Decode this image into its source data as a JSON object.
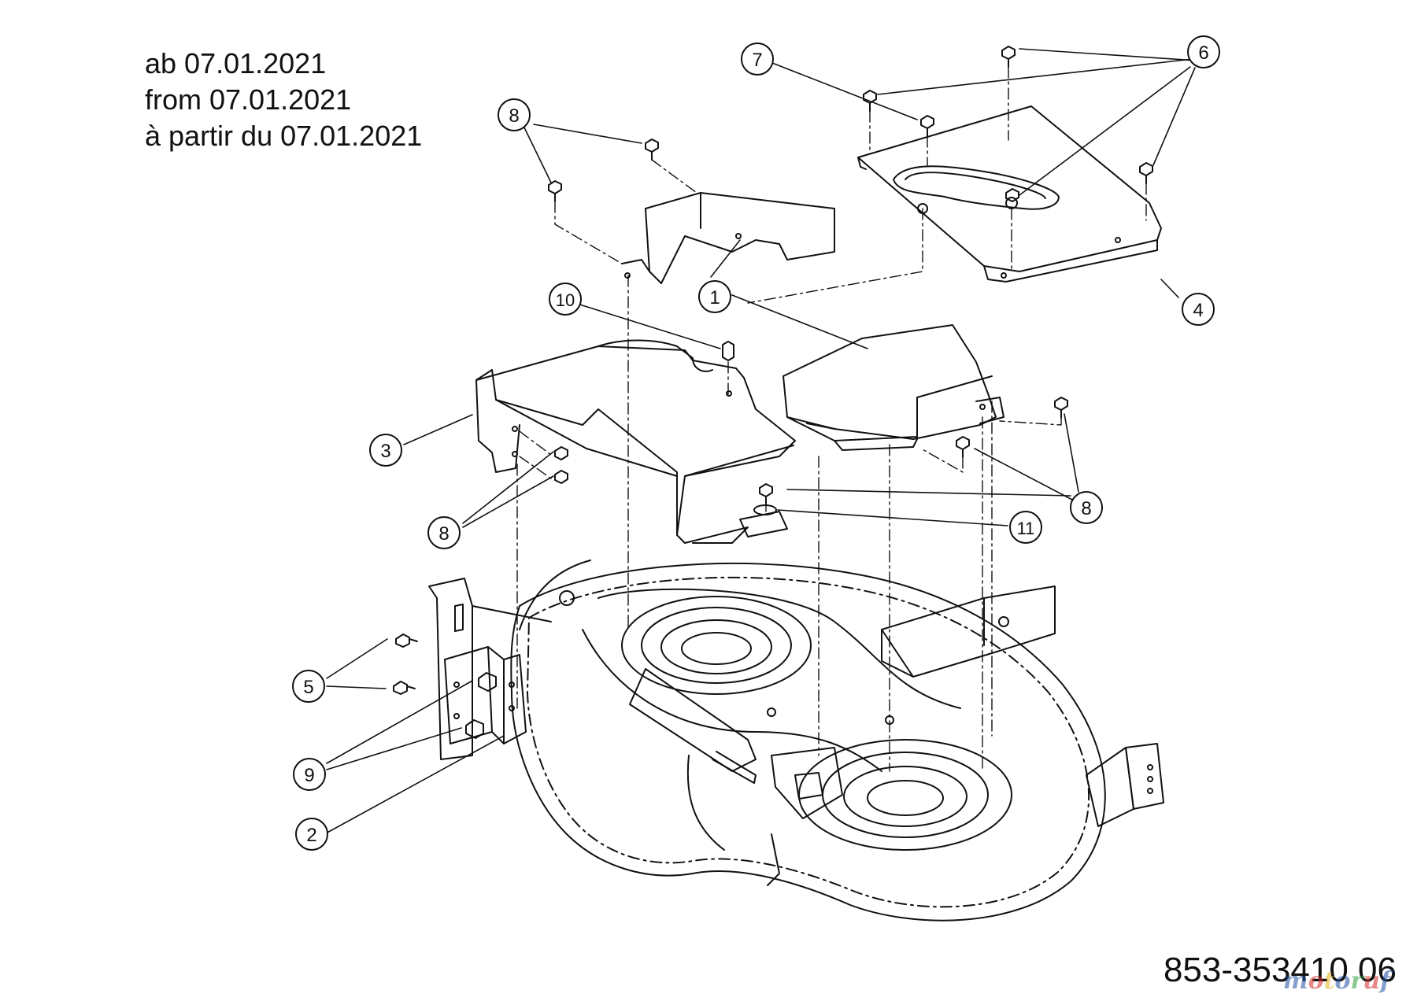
{
  "header": {
    "lines": [
      "ab 07.01.2021",
      "from 07.01.2021",
      "à partir du 07.01.2021"
    ]
  },
  "document_number": "853-353410 06",
  "watermark": {
    "text": "motoruf",
    "letter_colors": [
      "#1f4fa3",
      "#d42a2a",
      "#e3b21c",
      "#1f4fa3",
      "#2e9c3c",
      "#d42a2a",
      "#1f4fa3"
    ]
  },
  "callouts": {
    "c1": "1",
    "c2": "2",
    "c3": "3",
    "c4": "4",
    "c5": "5",
    "c6": "6",
    "c7": "7",
    "c8a": "8",
    "c8b": "8",
    "c8c": "8",
    "c9": "9",
    "c10": "10",
    "c11": "11"
  },
  "colors": {
    "line": "#111111",
    "background": "#ffffff"
  }
}
